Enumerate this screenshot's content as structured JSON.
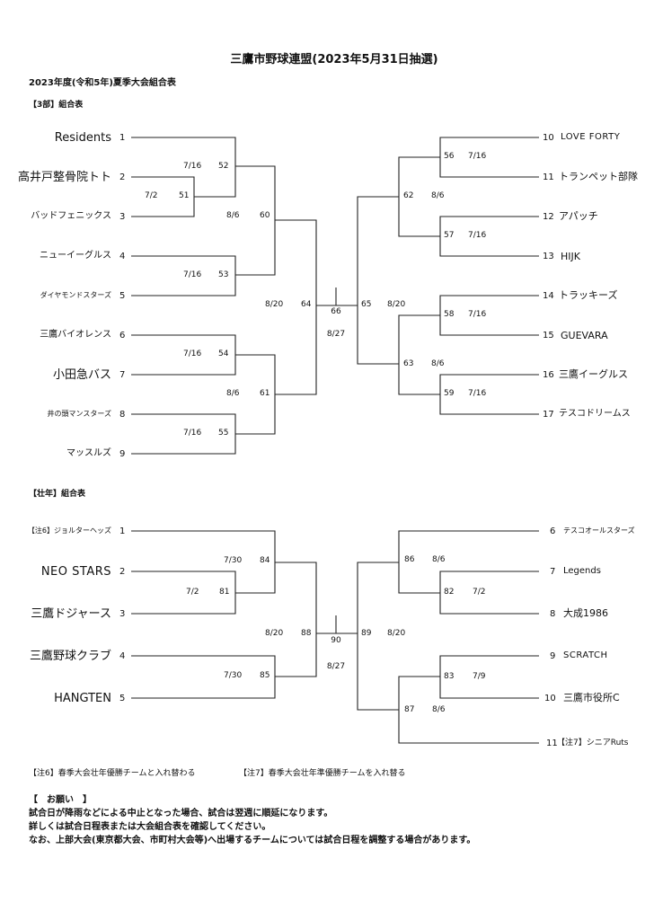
{
  "header": {
    "title": "三鷹市野球連盟(2023年5月31日抽選)",
    "subtitle": "2023年度(令和5年)夏季大会組合表"
  },
  "div3": {
    "heading": "【3部】組合表",
    "left_teams": [
      {
        "name": "Residents",
        "seed": "1"
      },
      {
        "name": "高井戸整骨院トト",
        "seed": "2"
      },
      {
        "name": "バッドフェニックス",
        "seed": "3"
      },
      {
        "name": "ニューイーグルス",
        "seed": "4"
      },
      {
        "name": "ダイヤモンドスターズ",
        "seed": "5"
      },
      {
        "name": "三鷹バイオレンス",
        "seed": "6"
      },
      {
        "name": "小田急バス",
        "seed": "7"
      },
      {
        "name": "井の頭マンスターズ",
        "seed": "8"
      },
      {
        "name": "マッスルズ",
        "seed": "9"
      }
    ],
    "right_teams": [
      {
        "seed": "10",
        "name": "LOVE FORTY"
      },
      {
        "seed": "11",
        "name": "トランペット部隊"
      },
      {
        "seed": "12",
        "name": "アパッチ"
      },
      {
        "seed": "13",
        "name": "HIJK"
      },
      {
        "seed": "14",
        "name": "トラッキーズ"
      },
      {
        "seed": "15",
        "name": "GUEVARA"
      },
      {
        "seed": "16",
        "name": "三鷹イーグルス"
      },
      {
        "seed": "17",
        "name": "テスコドリームス"
      }
    ],
    "games": {
      "g51": {
        "no": "51",
        "date": "7/2"
      },
      "g52": {
        "no": "52",
        "date": "7/16"
      },
      "g53": {
        "no": "53",
        "date": "7/16"
      },
      "g54": {
        "no": "54",
        "date": "7/16"
      },
      "g55": {
        "no": "55",
        "date": "7/16"
      },
      "g56": {
        "no": "56",
        "date": "7/16"
      },
      "g57": {
        "no": "57",
        "date": "7/16"
      },
      "g58": {
        "no": "58",
        "date": "7/16"
      },
      "g59": {
        "no": "59",
        "date": "7/16"
      },
      "g60": {
        "no": "60",
        "date": "8/6"
      },
      "g61": {
        "no": "61",
        "date": "8/6"
      },
      "g62": {
        "no": "62",
        "date": "8/6"
      },
      "g63": {
        "no": "63",
        "date": "8/6"
      },
      "g64": {
        "no": "64",
        "date": "8/20"
      },
      "g65": {
        "no": "65",
        "date": "8/20"
      },
      "g66": {
        "no": "66",
        "date": "8/27"
      }
    }
  },
  "senior": {
    "heading": "【壮年】組合表",
    "left_teams": [
      {
        "name": "【注6】ジョルターヘッズ",
        "seed": "1"
      },
      {
        "name": "NEO STARS",
        "seed": "2"
      },
      {
        "name": "三鷹ドジャース",
        "seed": "3"
      },
      {
        "name": "三鷹野球クラブ",
        "seed": "4"
      },
      {
        "name": "HANGTEN",
        "seed": "5"
      }
    ],
    "right_teams": [
      {
        "seed": "6",
        "name": "テスコオールスターズ"
      },
      {
        "seed": "7",
        "name": "Legends"
      },
      {
        "seed": "8",
        "name": "大成1986"
      },
      {
        "seed": "9",
        "name": "SCRATCH"
      },
      {
        "seed": "10",
        "name": "三鷹市役所C"
      },
      {
        "seed": "11",
        "name": "【注7】シニアRuts"
      }
    ],
    "games": {
      "g81": {
        "no": "81",
        "date": "7/2"
      },
      "g82": {
        "no": "82",
        "date": "7/2"
      },
      "g83": {
        "no": "83",
        "date": "7/9"
      },
      "g84": {
        "no": "84",
        "date": "7/30"
      },
      "g85": {
        "no": "85",
        "date": "7/30"
      },
      "g86": {
        "no": "86",
        "date": "8/6"
      },
      "g87": {
        "no": "87",
        "date": "8/6"
      },
      "g88": {
        "no": "88",
        "date": "8/20"
      },
      "g89": {
        "no": "89",
        "date": "8/20"
      },
      "g90": {
        "no": "90",
        "date": "8/27"
      }
    }
  },
  "notes": {
    "note6": "【注6】春季大会壮年優勝チームと入れ替わる",
    "note7": "【注7】春季大会壮年準優勝チームを入れ替る"
  },
  "request": {
    "heading": "【　お願い　】",
    "line1": "試合日が降雨などによる中止となった場合、試合は翌週に順延になります。",
    "line2": "詳しくは試合日程表または大会組合表を確認してください。",
    "line3": "なお、上部大会(東京都大会、市町村大会等)へ出場するチームについては試合日程を調整する場合があります。"
  }
}
